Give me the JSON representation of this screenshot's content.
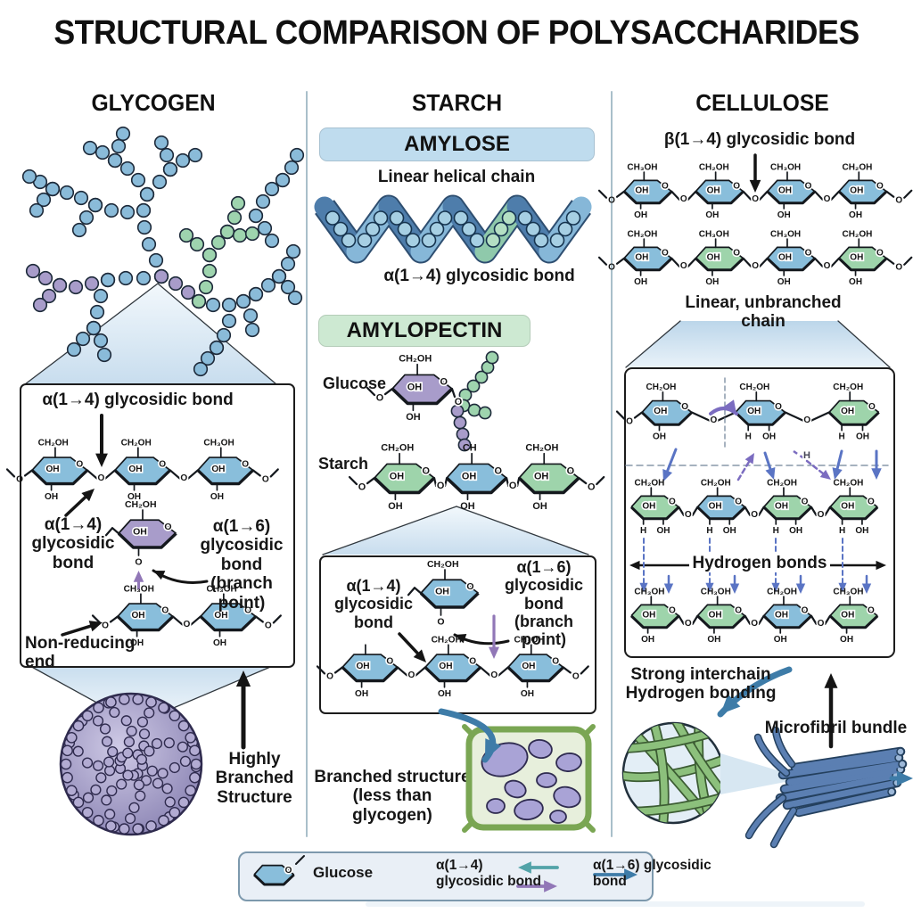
{
  "title": "STRUCTURAL COMPARISON OF POLYSACCHARIDES",
  "columns": {
    "glycogen": "GLYCOGEN",
    "starch": "STARCH",
    "cellulose": "CELLULOSE"
  },
  "chem": {
    "ch2oh": "CH₂OH",
    "ch3oh": "CH₃OH",
    "ch": "CH",
    "oh": "OH",
    "o": "O",
    "h": "H"
  },
  "glycogen": {
    "inset_top_bond": "α(1→4) glycosidic bond",
    "inset_left_bond": "α(1→4)\nglycosidic\nbond",
    "inset_right_bond": "α(1→6)\nglycosidic bond\n(branch point)",
    "non_reducing": "Non-reducing end",
    "caption": "Highly\nBranched\nStructure",
    "inset_row1_tops": [
      "CH₂OH",
      "CH₂OH",
      "CH₃OH"
    ],
    "inset_row2_tops": [
      "CH₃OH",
      "CH₃OH"
    ]
  },
  "starch": {
    "amylose_title": "AMYLOSE",
    "amylose_subtitle": "Linear helical chain",
    "amylose_bond": "α(1→4) glycosidic bond",
    "amylopectin_title": "AMYLOPECTIN",
    "glucose_label": "Glucose",
    "starch_label": "Starch",
    "cluster_tops": [
      "CH₂OH",
      "CH",
      "CH₂OH"
    ],
    "glucose_ring_top": "CH₂OH",
    "inset_left_bond": "α(1→4)\nglycosidic\nbond",
    "inset_right_bond": "α(1→6)\nglycosidic bond\n(branch point)",
    "inset_tops": [
      "",
      "CH₂OH",
      "CH₂OH"
    ],
    "caption": "Branched structure\n(less than glycogen)"
  },
  "cellulose": {
    "bond_label": "β(1→4) glycosidic bond",
    "chain_label": "Linear, unbranched chain",
    "hydrogen_bonds": "Hydrogen bonds",
    "caption_interchain": "Strong interchain\nHydrogen bonding",
    "caption_microfibril": "Microfibril bundle",
    "row1_tops": [
      "CH₃OH",
      "CH₂OH",
      "CH₃OH",
      "CH₂OH"
    ],
    "row2_tops": [
      "CH₂OH",
      "CH₃OH",
      "CH₃OH",
      "CH₂OH"
    ],
    "inset_row1_tops": [
      "CH₂OH",
      "CH₂OH",
      "CH₂OH"
    ],
    "inset_row2_tops": [
      "CH₂OH",
      "CH₂OH",
      "CH₂OH",
      "CH₂OH"
    ],
    "inset_row3_tops": [
      "CH₃OH",
      "CH₃OH",
      "CH₂OH",
      "CH₃OH"
    ]
  },
  "legend": {
    "glucose": "Glucose",
    "a14": "α(1→4)\nglycosidic bond",
    "a16": "α(1→6) glycosidic\nbond"
  },
  "colors": {
    "ring_blue": "#89bedb",
    "ring_green": "#9ed4ab",
    "ring_purple": "#a89cca",
    "bead_blue": "#8abbd9",
    "bead_green": "#9ed4ae",
    "bead_purple": "#a89cca",
    "amylose_bg": "#bfdcee",
    "amylopectin_bg": "#cde9d2",
    "arrow_blue": "#3e7ca8",
    "arrow_teal": "#52a3a8",
    "arrow_purple": "#9177b7",
    "hbond_blue": "#5a74c4",
    "hbond_purple": "#7b6cc0",
    "divider": "#a9bfca",
    "legend_bg": "#e9eff6",
    "legend_border": "#7d99ad",
    "zoom_top": "#c8ddee",
    "zoom_bottom": "#edf4fa",
    "granule_dark": "#837cae",
    "granule_light": "#cfcae6",
    "granule_bead": "#b2abd2",
    "cell_wall": "#7aa653",
    "cell_fill": "#e7efdc",
    "organelle": "#a9a3d6",
    "fiber_green": "#8cc07c",
    "rod_blue": "#5b7fb2",
    "helix_dark": "#4e7dab",
    "helix_light": "#86b7d8",
    "helix_green": "#8fc9ab"
  }
}
